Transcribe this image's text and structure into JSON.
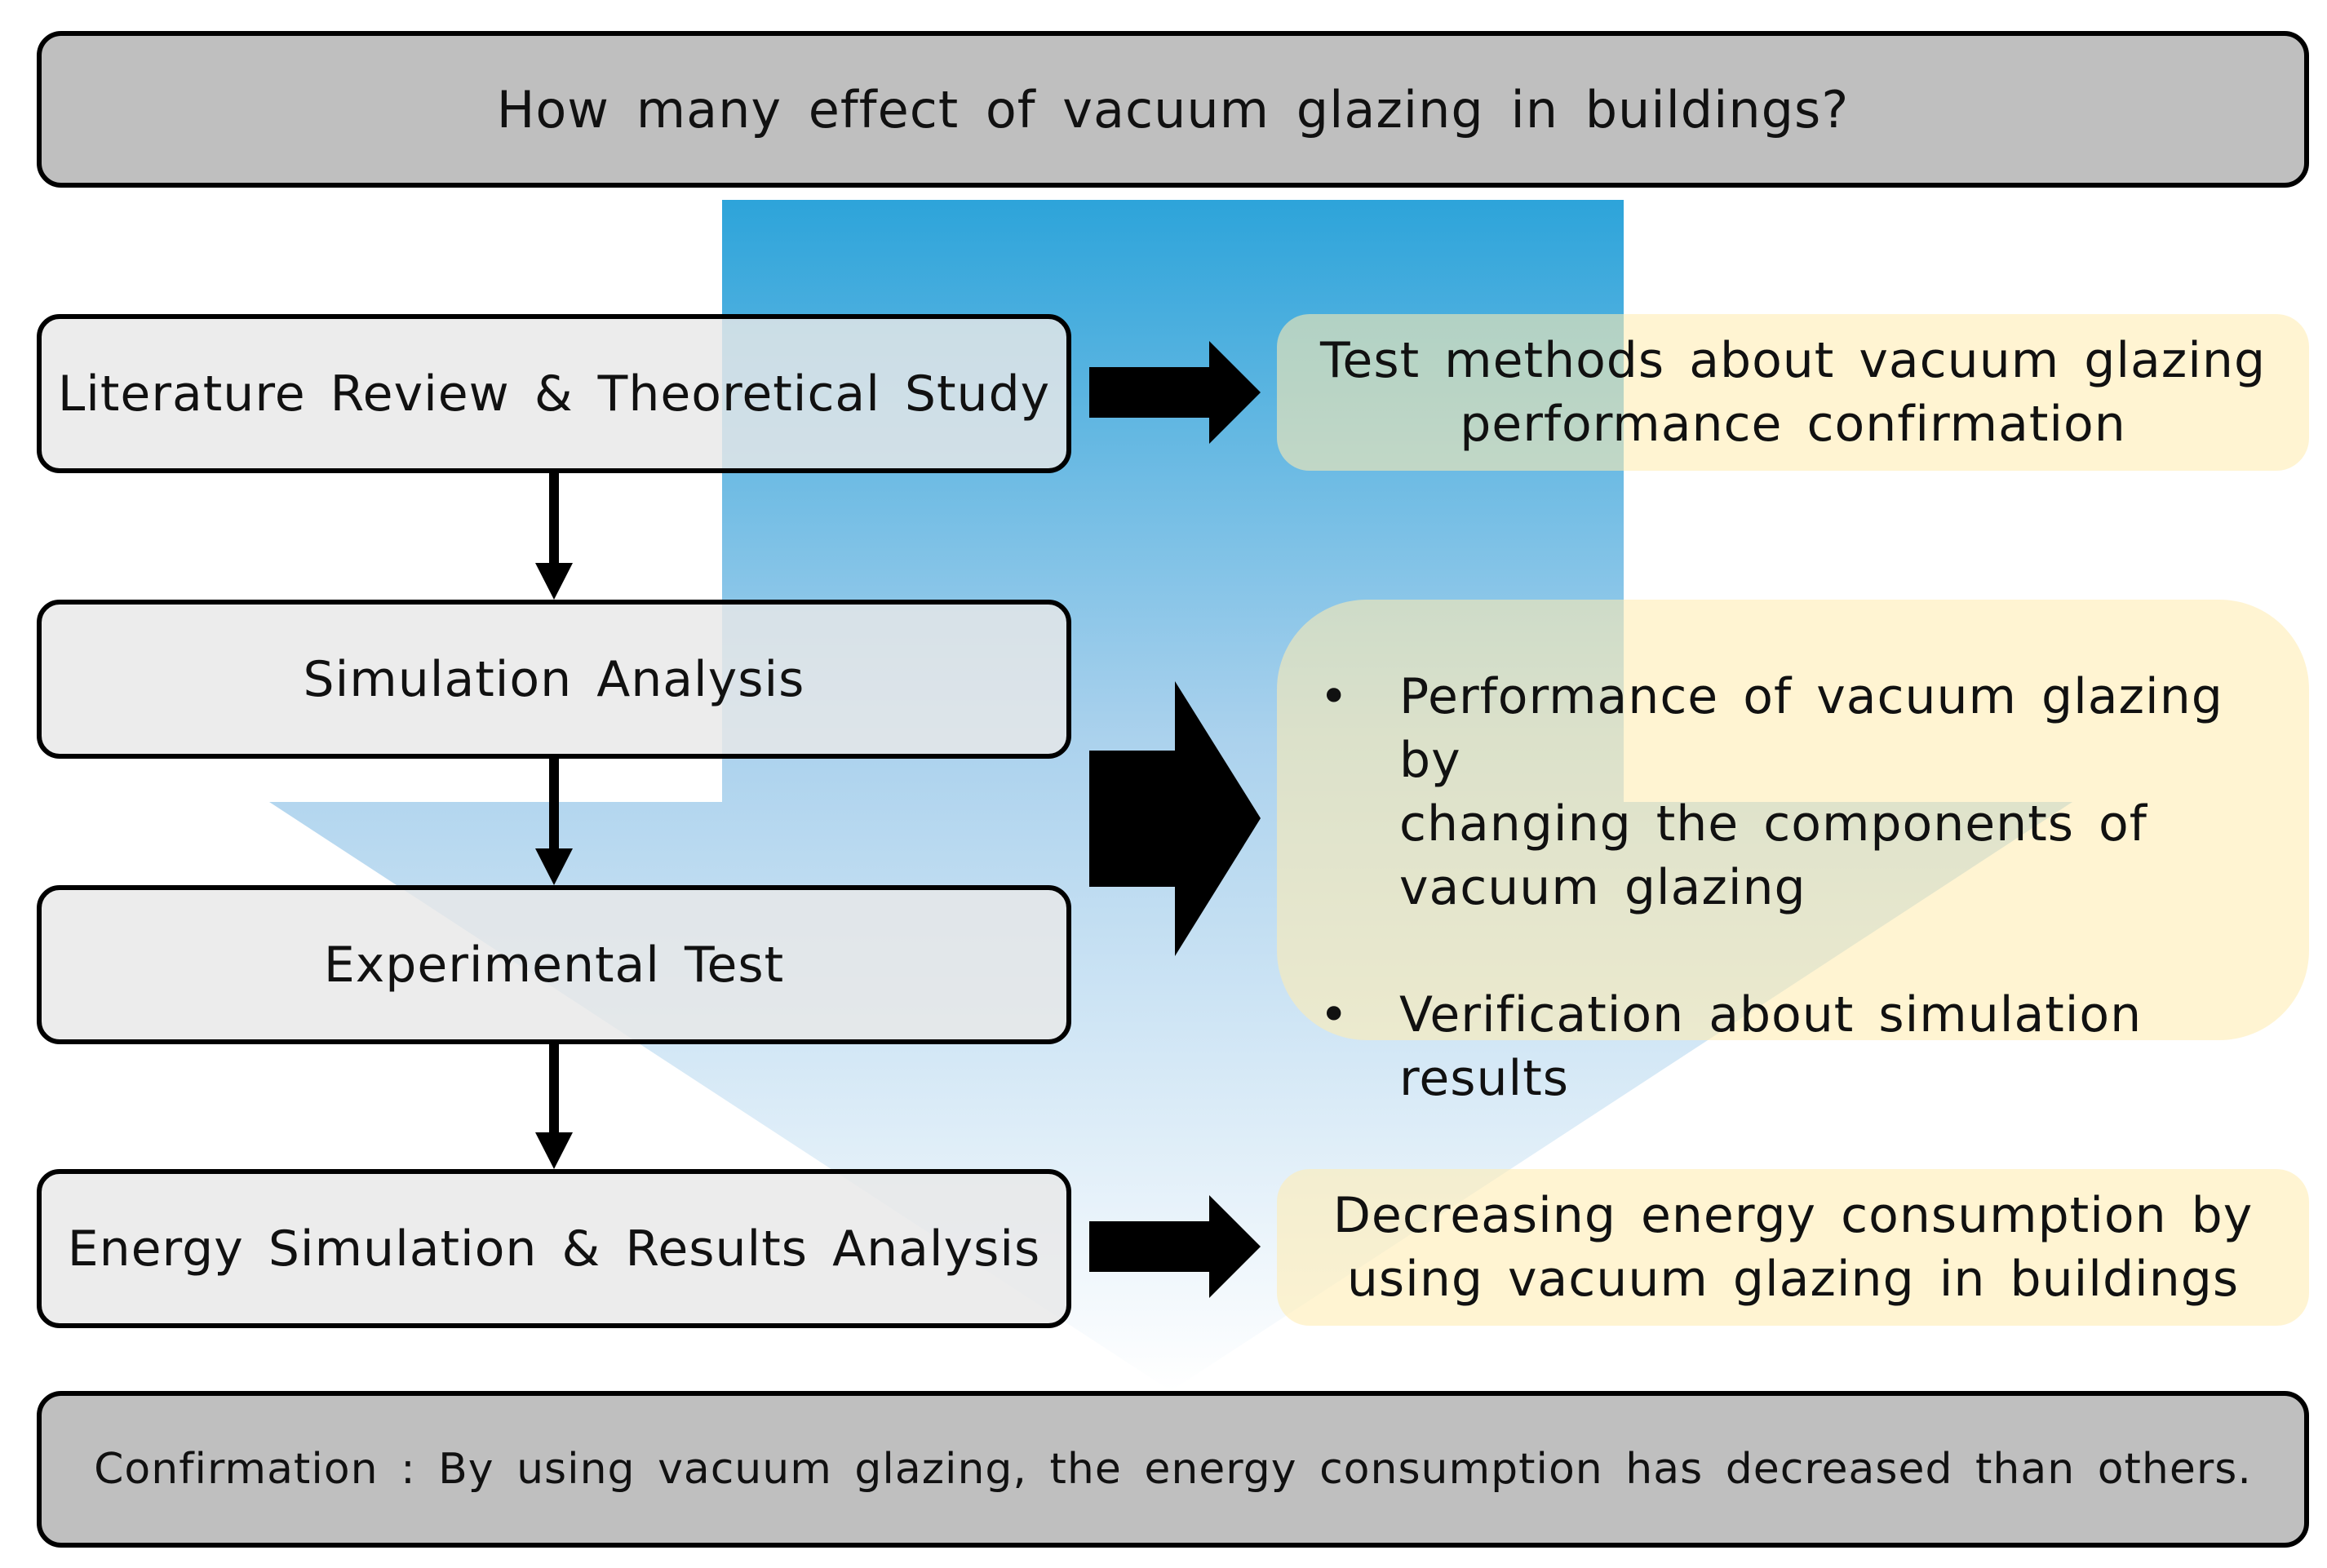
{
  "header": {
    "question": "How many effect of vacuum glazing in buildings?"
  },
  "steps": [
    {
      "label": "Literature Review & Theoretical Study"
    },
    {
      "label": "Simulation Analysis"
    },
    {
      "label": "Experimental Test"
    },
    {
      "label": "Energy Simulation & Results Analysis"
    }
  ],
  "results": {
    "test_methods": {
      "line1": "Test methods about vacuum glazing",
      "line2": "performance confirmation"
    },
    "bullets": [
      {
        "marker": "•",
        "lines": [
          "Performance of vacuum glazing by",
          "changing the components of",
          "vacuum glazing"
        ]
      },
      {
        "marker": "•",
        "lines": [
          "Verification about simulation results"
        ]
      }
    ],
    "energy": {
      "line1": "Decreasing energy consumption by",
      "line2": "using vacuum glazing in buildings"
    }
  },
  "footer": {
    "confirmation": "Confirmation : By using vacuum glazing, the energy consumption has decreased than others."
  },
  "colors": {
    "box_gray": "#bfbfbf",
    "step_fill": "#e8e8e8",
    "result_fill": "#ffecb2",
    "flow_top": "#229fd8",
    "flow_bottom": "#ffffff",
    "arrow": "#000000"
  }
}
